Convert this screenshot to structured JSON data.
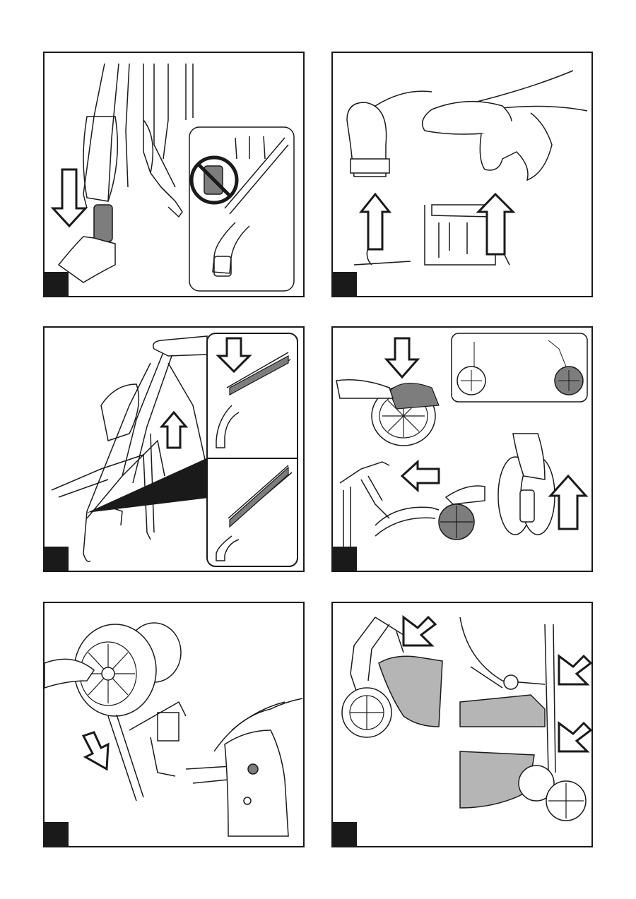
{
  "page": {
    "type": "instruction-illustrations",
    "panels": [
      {
        "id": "p1",
        "icons": [
          "arrow-down-icon",
          "hand-icon",
          "prohibited-icon",
          "stroller-frame-icon"
        ]
      },
      {
        "id": "p2",
        "icons": [
          "arrow-up-icon",
          "arrow-up-icon",
          "hand-icon",
          "hand-icon",
          "seat-frame-icon"
        ]
      },
      {
        "id": "p3",
        "icons": [
          "arrow-up-icon",
          "arrow-down-icon",
          "hand-icon",
          "stroller-frame-icon",
          "hinge-detail-icon"
        ]
      },
      {
        "id": "p4",
        "icons": [
          "arrow-down-icon",
          "arrow-left-icon",
          "arrow-up-icon",
          "wheel-icon",
          "hand-icon"
        ]
      },
      {
        "id": "p5",
        "icons": [
          "arrow-down-icon",
          "wheel-icon",
          "hand-icon",
          "joint-detail-icon"
        ]
      },
      {
        "id": "p6",
        "icons": [
          "arrow-diagonal-icon",
          "arrow-diagonal-icon",
          "arrow-diagonal-icon",
          "basket-icon",
          "wheel-icon"
        ]
      }
    ]
  },
  "colors": {
    "line": "#1a1a1a",
    "fill_gray": "#b5b5b5",
    "fill_dark": "#7d7d7d",
    "paper": "#ffffff"
  }
}
